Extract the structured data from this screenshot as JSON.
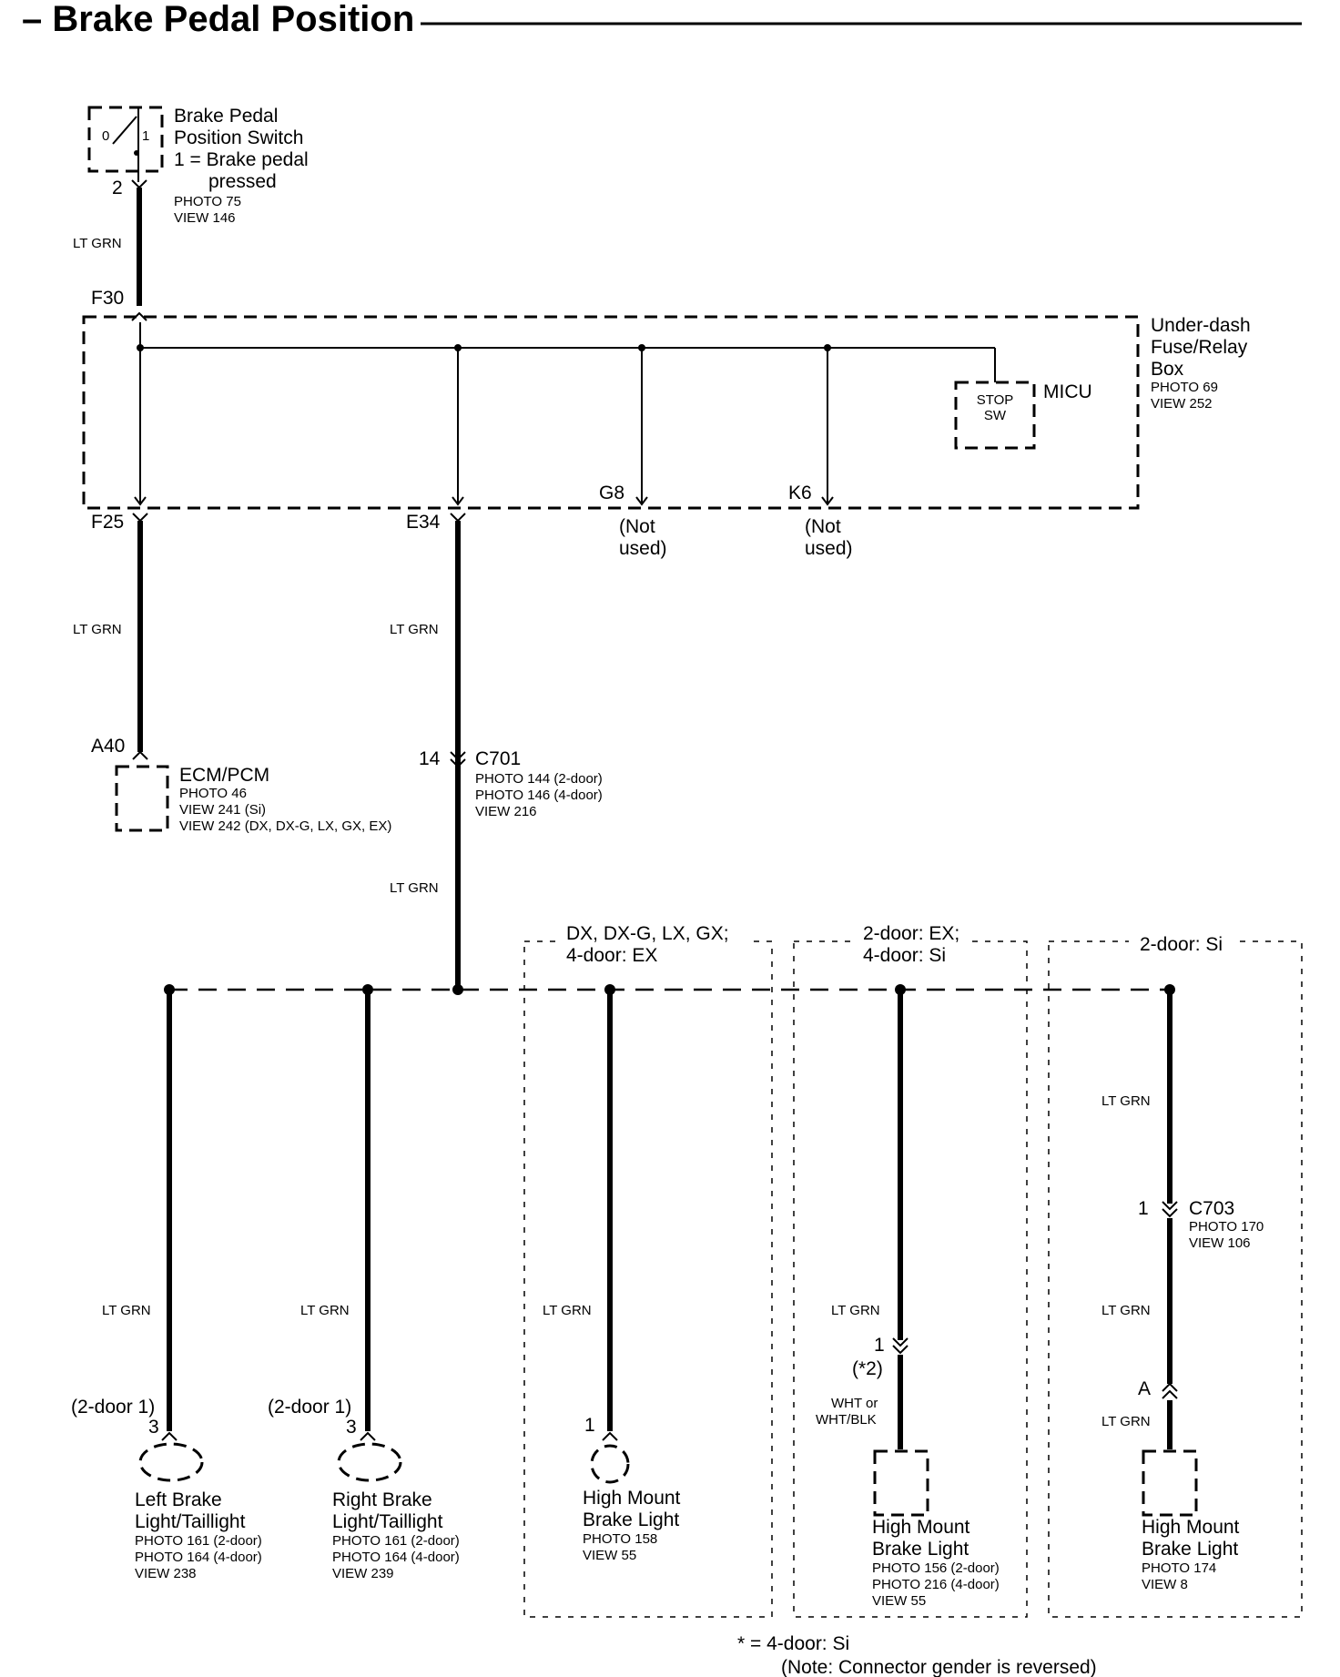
{
  "title": "– Brake Pedal Position",
  "switch": {
    "name_lines": [
      "Brake Pedal",
      "Position Switch",
      "1 = Brake pedal",
      "pressed"
    ],
    "refs": [
      "PHOTO 75",
      "VIEW 146"
    ],
    "pos0": "0",
    "pos1": "1",
    "pin": "2"
  },
  "wires": {
    "lt_grn": "LT GRN",
    "wht": "WHT or",
    "wht_blk": "WHT/BLK"
  },
  "fuse_box": {
    "name_lines": [
      "Under-dash",
      "Fuse/Relay",
      "Box"
    ],
    "refs": [
      "PHOTO 69",
      "VIEW 252"
    ],
    "pins": {
      "f30": "F30",
      "f25": "F25",
      "e34": "E34",
      "g8": "G8",
      "k6": "K6"
    },
    "not_used": [
      "(Not",
      "used)"
    ],
    "micu": "MICU",
    "stop_sw": [
      "STOP",
      "SW"
    ]
  },
  "ecm": {
    "pin": "A40",
    "name": "ECM/PCM",
    "refs": [
      "PHOTO 46",
      "VIEW 241 (Si)",
      "VIEW 242 (DX, DX-G, LX, GX, EX)"
    ]
  },
  "c701": {
    "pin": "14",
    "name": "C701",
    "refs": [
      "PHOTO 144 (2-door)",
      "PHOTO 146 (4-door)",
      "VIEW 216"
    ]
  },
  "variants": {
    "a": [
      "DX, DX-G, LX, GX;",
      "4-door: EX"
    ],
    "b": [
      "2-door: EX;",
      "4-door: Si"
    ],
    "c": [
      "2-door: Si"
    ]
  },
  "left_light": {
    "note": "(2-door 1)",
    "pin": "3",
    "name_lines": [
      "Left Brake",
      "Light/Taillight"
    ],
    "refs": [
      "PHOTO 161 (2-door)",
      "PHOTO 164 (4-door)",
      "VIEW 238"
    ]
  },
  "right_light": {
    "note": "(2-door 1)",
    "pin": "3",
    "name_lines": [
      "Right Brake",
      "Light/Taillight"
    ],
    "refs": [
      "PHOTO 161 (2-door)",
      "PHOTO 164 (4-door)",
      "VIEW 239"
    ]
  },
  "hm1": {
    "pin": "1",
    "name_lines": [
      "High Mount",
      "Brake Light"
    ],
    "refs": [
      "PHOTO 158",
      "VIEW 55"
    ]
  },
  "hm2": {
    "pin": "1",
    "note": "(*2)",
    "name_lines": [
      "High Mount",
      "Brake Light"
    ],
    "refs": [
      "PHOTO 156 (2-door)",
      "PHOTO 216 (4-door)",
      "VIEW 55"
    ]
  },
  "c703": {
    "pin": "1",
    "name": "C703",
    "refs": [
      "PHOTO 170",
      "VIEW 106"
    ]
  },
  "hm3": {
    "pin": "A",
    "name_lines": [
      "High Mount",
      "Brake Light"
    ],
    "refs": [
      "PHOTO 174",
      "VIEW 8"
    ]
  },
  "footnote": {
    "star": "* = 4-door: Si",
    "note": "(Note: Connector gender is reversed)"
  }
}
